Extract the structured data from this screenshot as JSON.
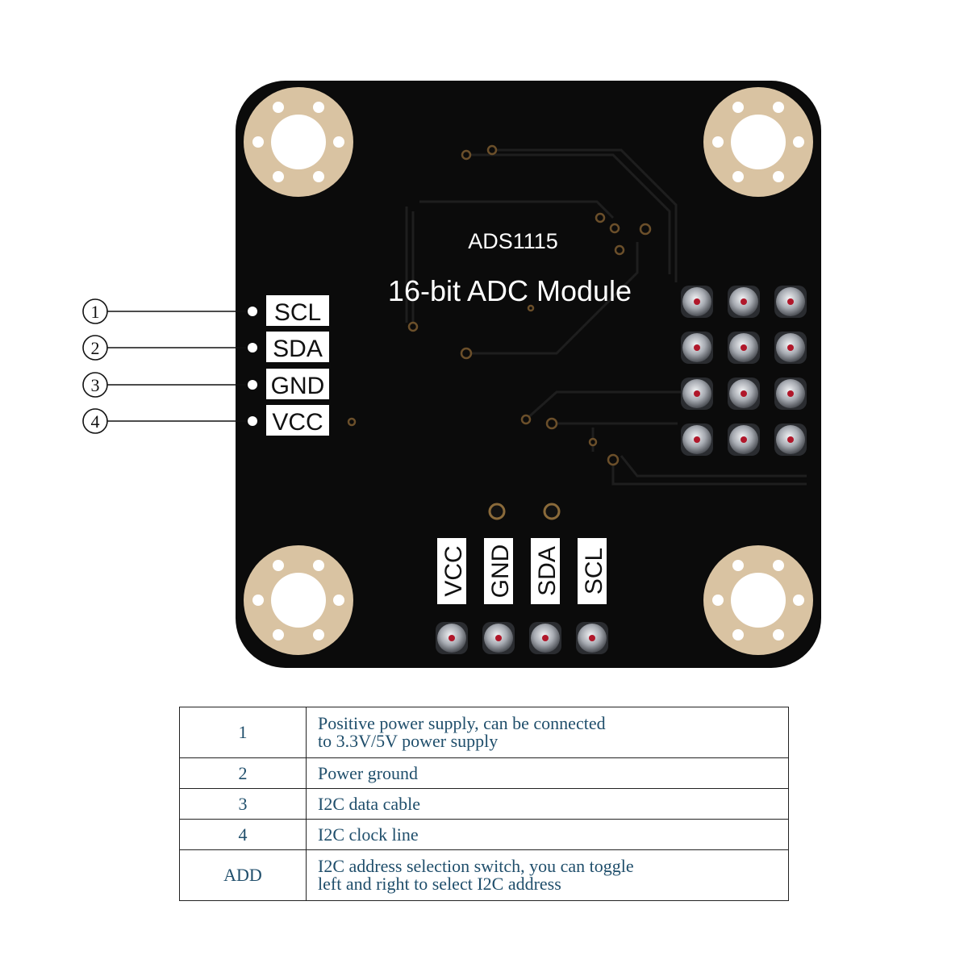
{
  "board": {
    "chip": "ADS1115",
    "title": "16-bit ADC Module",
    "side_pins": [
      "SCL",
      "SDA",
      "GND",
      "VCC"
    ],
    "callouts": [
      "1",
      "2",
      "3",
      "4"
    ],
    "bottom_pins": [
      "VCC",
      "GND",
      "SDA",
      "SCL"
    ],
    "colors": {
      "pcb": "#0b0b0b",
      "mount_ring": "#d9c3a2",
      "pad": "#c9ccd1",
      "trace": "#1f1f1f",
      "via": "#6b4f2a"
    }
  },
  "table": {
    "rows": [
      {
        "num": "1",
        "desc": [
          "Positive power supply, can be connected",
          "to 3.3V/5V power supply"
        ]
      },
      {
        "num": "2",
        "desc": [
          "Power ground"
        ]
      },
      {
        "num": "3",
        "desc": [
          "I2C data cable"
        ]
      },
      {
        "num": "4",
        "desc": [
          "I2C clock line"
        ]
      },
      {
        "num": "ADD",
        "desc": [
          "I2C address selection switch, you can toggle",
          "left and right to select I2C address"
        ]
      }
    ]
  }
}
